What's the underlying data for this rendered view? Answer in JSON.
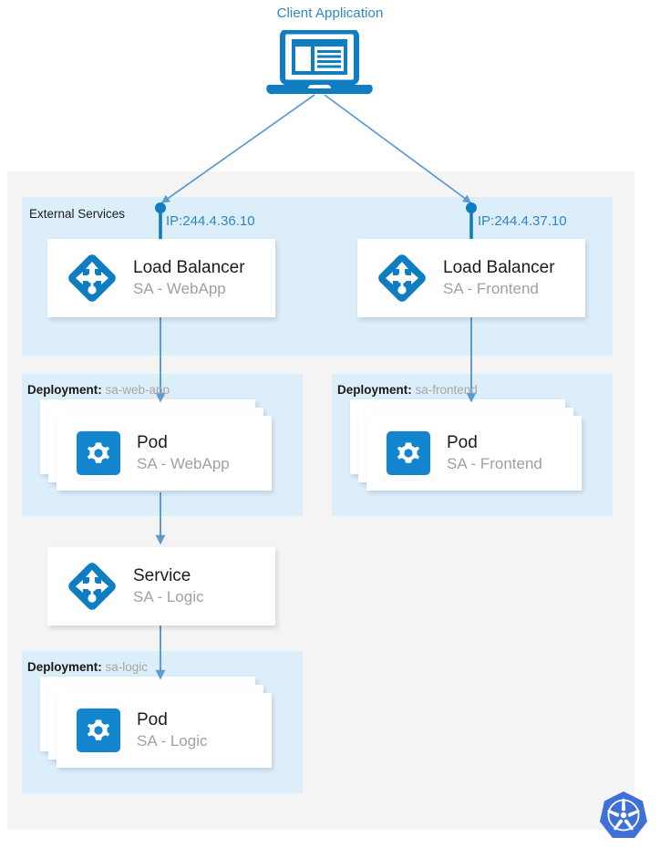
{
  "diagram": {
    "title": "Client Application",
    "accent_blue": "#0f7dc2",
    "line_blue": "#4a90c8",
    "link_text_blue": "#2e86c9",
    "canvas_gray": "#f4f4f4",
    "zone_blue": "#ddeefb",
    "subtitle_gray": "#a0a0a0"
  },
  "client": {
    "label": "Client Application",
    "icon": "laptop-icon"
  },
  "zones": {
    "external": {
      "label": "External Services"
    },
    "sa_web_app": {
      "label_prefix": "Deployment:",
      "name": "sa-web-app"
    },
    "sa_frontend": {
      "label_prefix": "Deployment:",
      "name": "sa-frontend"
    },
    "sa_logic": {
      "label_prefix": "Deployment:",
      "name": "sa-logic"
    }
  },
  "endpoints": {
    "webapp_ip": "IP:244.4.36.10",
    "frontend_ip": "IP:244.4.37.10"
  },
  "nodes": {
    "lb_webapp": {
      "title": "Load Balancer",
      "subtitle": "SA - WebApp",
      "icon": "load-balancer-icon"
    },
    "lb_frontend": {
      "title": "Load Balancer",
      "subtitle": "SA - Frontend",
      "icon": "load-balancer-icon"
    },
    "pod_webapp": {
      "title": "Pod",
      "subtitle": "SA - WebApp",
      "icon": "pod-gear-icon"
    },
    "pod_frontend": {
      "title": "Pod",
      "subtitle": "SA - Frontend",
      "icon": "pod-gear-icon"
    },
    "service_logic": {
      "title": "Service",
      "subtitle": "SA - Logic",
      "icon": "load-balancer-icon"
    },
    "pod_logic": {
      "title": "Pod",
      "subtitle": "SA - Logic",
      "icon": "pod-gear-icon"
    }
  },
  "branding": {
    "logo": "kubernetes-logo"
  }
}
